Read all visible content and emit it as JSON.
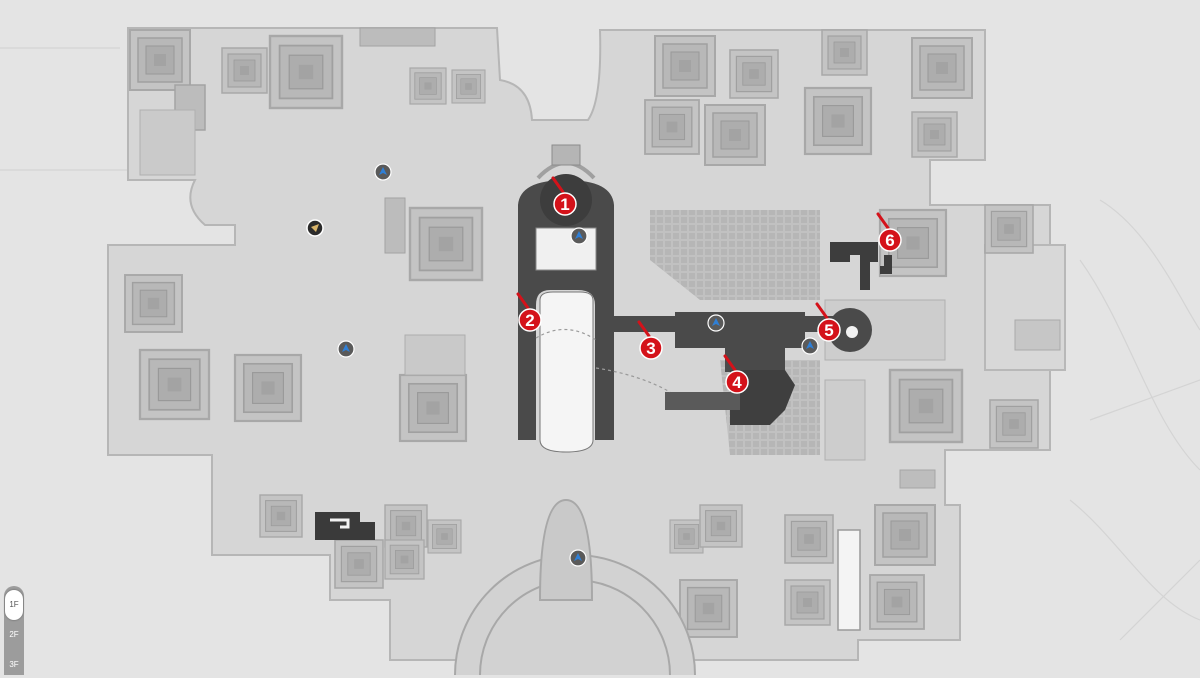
{
  "map": {
    "floors": [
      {
        "label": "1F",
        "active": true
      },
      {
        "label": "2F",
        "active": false
      },
      {
        "label": "3F",
        "active": false
      }
    ],
    "markers": [
      {
        "label": "1",
        "color": "#d4121a"
      },
      {
        "label": "2",
        "color": "#d4121a"
      },
      {
        "label": "3",
        "color": "#d4121a"
      },
      {
        "label": "4",
        "color": "#d4121a"
      },
      {
        "label": "5",
        "color": "#d4121a"
      },
      {
        "label": "6",
        "color": "#d4121a"
      }
    ],
    "waypoint_icon": "space-anchor-icon",
    "player_icon": "player-location-icon"
  },
  "colors": {
    "background": "#e4e4e4",
    "building_fill": "#cfcfcf",
    "highlight_path": "#444444",
    "marker_red": "#d4121a",
    "waypoint_blue": "#2f7fd6"
  }
}
